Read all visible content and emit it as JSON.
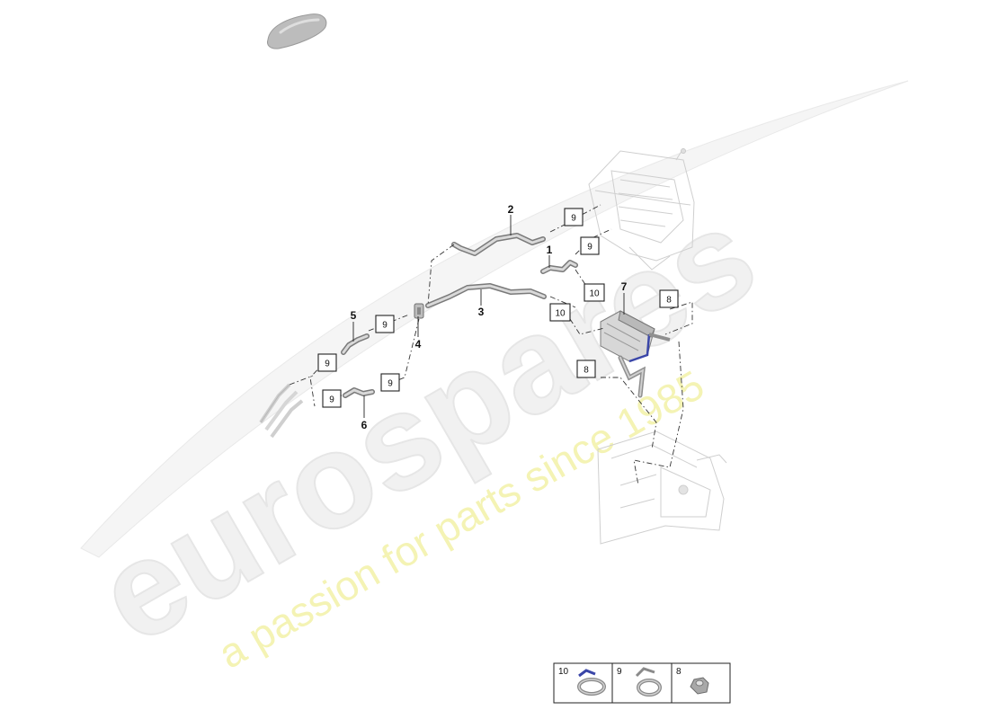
{
  "watermark": {
    "brand": "eurospares",
    "tagline": "a passion for parts since 1985"
  },
  "part_labels": [
    {
      "id": "p1",
      "text": "1"
    },
    {
      "id": "p2",
      "text": "2"
    },
    {
      "id": "p3",
      "text": "3"
    },
    {
      "id": "p4",
      "text": "4"
    },
    {
      "id": "p5",
      "text": "5"
    },
    {
      "id": "p6",
      "text": "6"
    },
    {
      "id": "p7",
      "text": "7"
    }
  ],
  "callouts": [
    "9",
    "9",
    "10",
    "10",
    "8",
    "9",
    "9",
    "9",
    "9",
    "8"
  ],
  "legend": [
    {
      "number": "10",
      "icon": "hose-clamp-icon"
    },
    {
      "number": "9",
      "icon": "spring-clip-icon"
    },
    {
      "number": "8",
      "icon": "nut-icon"
    }
  ]
}
